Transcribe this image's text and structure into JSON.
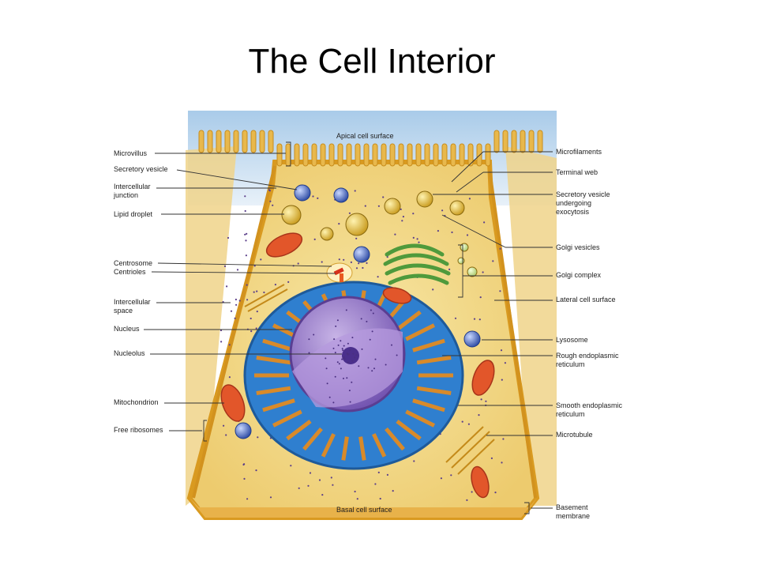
{
  "slide": {
    "title": "The Cell Interior"
  },
  "figure": {
    "labels_top": {
      "apical": "Apical cell surface",
      "basal": "Basal cell surface"
    },
    "labels_left": {
      "microvillus": "Microvillus",
      "secretory_vesicle": "Secretory vesicle",
      "intercellular_junction_1": "Intercellular",
      "intercellular_junction_2": "junction",
      "lipid_droplet": "Lipid droplet",
      "centrosome": "Centrosome",
      "centrioles": "Centrioles",
      "intercellular_space_1": "Intercellular",
      "intercellular_space_2": "space",
      "nucleus": "Nucleus",
      "nucleolus": "Nucleolus",
      "mitochondrion": "Mitochondrion",
      "free_ribosomes": "Free ribosomes"
    },
    "labels_right": {
      "microfilaments": "Microfilaments",
      "terminal_web": "Terminal web",
      "secretory_exo_1": "Secretory vesicle",
      "secretory_exo_2": "undergoing",
      "secretory_exo_3": "exocytosis",
      "golgi_vesicles": "Golgi vesicles",
      "golgi_complex": "Golgi complex",
      "lateral_surface": "Lateral cell surface",
      "lysosome": "Lysosome",
      "rough_er_1": "Rough endoplasmic",
      "rough_er_2": "reticulum",
      "smooth_er_1": "Smooth endoplasmic",
      "smooth_er_2": "reticulum",
      "microtubule": "Microtubule",
      "basement_1": "Basement",
      "basement_2": "membrane"
    },
    "colors": {
      "cytoplasm": "#f3dc8c",
      "membrane": "#e0a22a",
      "nucleus": "#8f6fc4",
      "er": "#2f7fcf",
      "mitochondrion": "#e2562a",
      "golgi": "#4f9a3c",
      "lysosome": "#3456a8",
      "sky": "#c6def2"
    }
  }
}
